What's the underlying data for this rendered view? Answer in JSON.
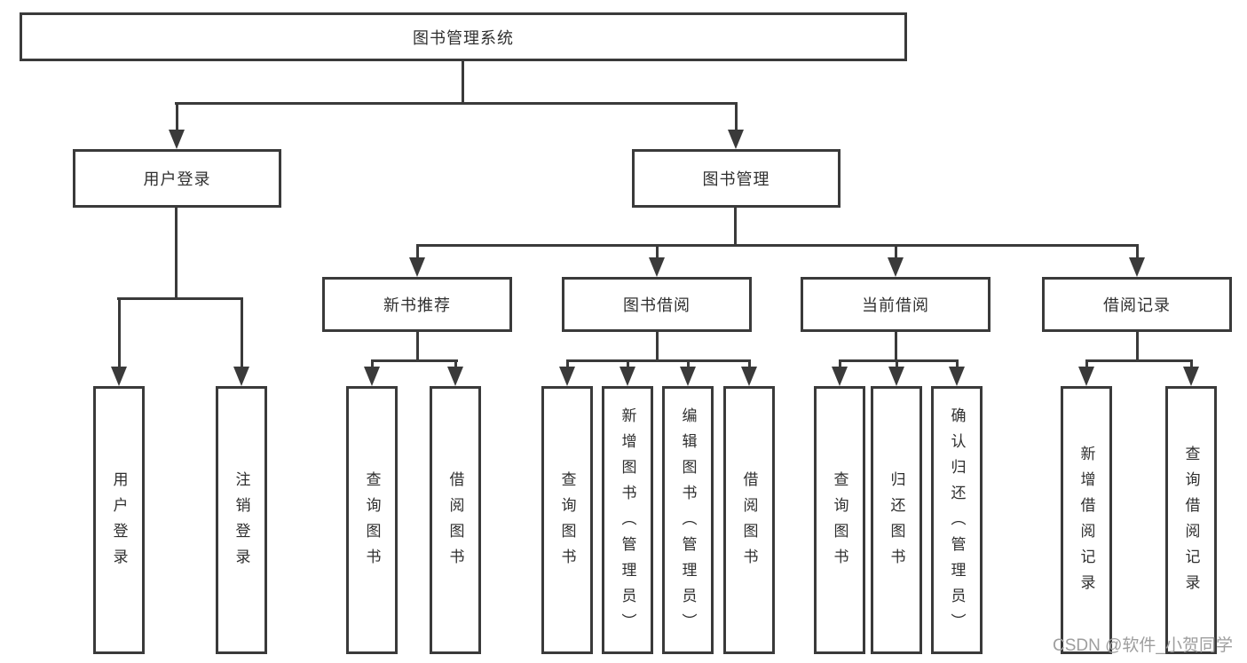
{
  "tree": {
    "root": "图书管理系统",
    "branches": [
      {
        "label": "用户登录",
        "children": [
          "用户登录",
          "注销登录"
        ]
      },
      {
        "label": "图书管理",
        "groups": [
          {
            "label": "新书推荐",
            "children": [
              "查询图书",
              "借阅图书"
            ]
          },
          {
            "label": "图书借阅",
            "children": [
              "查询图书",
              "新增图书（管理员）",
              "编辑图书（管理员）",
              "借阅图书"
            ]
          },
          {
            "label": "当前借阅",
            "children": [
              "查询图书",
              "归还图书",
              "确认归还（管理员）"
            ]
          },
          {
            "label": "借阅记录",
            "children": [
              "新增借阅记录",
              "查询借阅记录"
            ]
          }
        ]
      }
    ]
  },
  "watermark": {
    "text": "CSDN @软件_小贺同学"
  },
  "colors": {
    "line": "#3a3a3a",
    "text": "#2f2f2f",
    "watermark": "#9e9e9e",
    "background": "#ffffff"
  }
}
